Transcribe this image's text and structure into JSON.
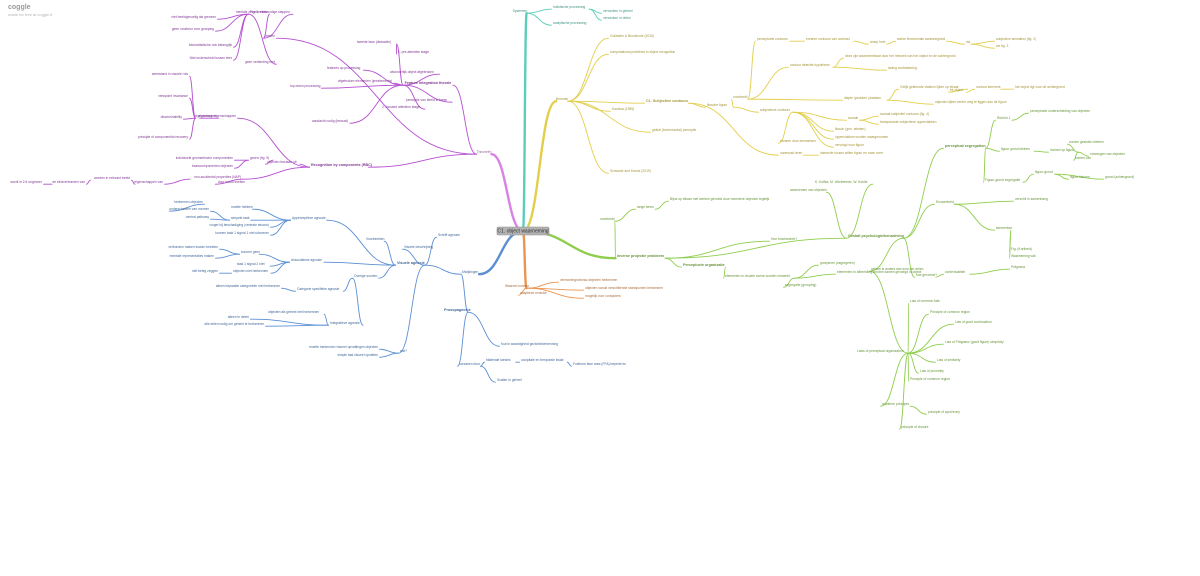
{
  "header": {
    "title": "coggle",
    "subtitle": "made for free at coggle.it"
  },
  "colors": {
    "teal": "#5ccdb8",
    "yellow": "#e3ce4b",
    "green": "#8fcd4e",
    "orange": "#ea9552",
    "blue": "#5b8fd4",
    "violet": "#d883e3",
    "purple": "#b54fd0"
  },
  "root": {
    "label": "C1. object waarneming"
  },
  "branches": [
    {
      "id": "sys",
      "label": "Systemen",
      "color": "teal",
      "bold": false
    },
    {
      "id": "bro",
      "label": "Bronnen",
      "color": "yellow",
      "bold": false
    },
    {
      "id": "the",
      "label": "Theorieën",
      "color": "violet",
      "bold": false
    },
    {
      "id": "afb",
      "label": "Afwijkingen",
      "color": "blue",
      "bold": false
    },
    {
      "id": "wk",
      "label": "Waarom kunnen",
      "color": "orange",
      "bold": false
    },
    {
      "id": "ipp",
      "label": "Inverse projectie probleem",
      "color": "green",
      "bold": true
    }
  ],
  "nodes": [
    {
      "id": "s1",
      "label": "holistische processing",
      "color": "teal"
    },
    {
      "id": "s2",
      "label": "analytische processing",
      "color": "teal"
    },
    {
      "id": "s1a",
      "label": "verwerken in geheel",
      "color": "teal"
    },
    {
      "id": "s1b",
      "label": "verwerken in delen",
      "color": "teal"
    },
    {
      "id": "b1",
      "label": "Goldstein & Brockmole (2016)",
      "color": "yellow"
    },
    {
      "id": "b2",
      "label": "computational problems in object recognition",
      "color": "yellow"
    },
    {
      "id": "b3",
      "label": "C1. Subjective contours",
      "color": "yellow",
      "bold": true
    },
    {
      "id": "b3a",
      "label": "Kanizsa (1955)",
      "color": "yellow"
    },
    {
      "id": "b3b",
      "label": "global (bovenmodal) perceptie",
      "color": "yellow"
    },
    {
      "id": "b4",
      "label": "Schwartz and Krantz (2019)",
      "color": "yellow"
    },
    {
      "id": "b5",
      "label": "illusoire figuur",
      "color": "yellow"
    },
    {
      "id": "b6",
      "label": "voorbeeld",
      "color": "yellow"
    },
    {
      "id": "b7",
      "label": "subjectieve contours",
      "color": "yellow"
    },
    {
      "id": "b8",
      "label": "perceptueel contours",
      "color": "yellow"
    },
    {
      "id": "b8a",
      "label": "ervaren contours van contrast",
      "color": "yellow"
    },
    {
      "id": "b8b",
      "label": "sharp heel",
      "color": "yellow"
    },
    {
      "id": "b8c",
      "label": "sterke fenomenale aanwezigheid",
      "color": "yellow"
    },
    {
      "id": "b8d",
      "label": "via",
      "color": "yellow"
    },
    {
      "id": "b8e",
      "label": "subjective animation (fig. 2)",
      "color": "yellow"
    },
    {
      "id": "b8f",
      "label": "zie fig. 3",
      "color": "yellow"
    },
    {
      "id": "b9",
      "label": "contour detectie hypothese",
      "color": "yellow"
    },
    {
      "id": "b9a",
      "label": "deze zijn waarneembaar door het netwerk van het object en de achtergrond",
      "color": "yellow"
    },
    {
      "id": "b9b",
      "label": "lading contrastering",
      "color": "yellow"
    },
    {
      "id": "b10",
      "label": "diepte 'gesloten' plaatsen",
      "color": "yellow"
    },
    {
      "id": "b10a",
      "label": "Gelijk gekleurde vlakken lijken op elkaar",
      "color": "yellow"
    },
    {
      "id": "b10b",
      "label": "bij object",
      "color": "yellow"
    },
    {
      "id": "b10c",
      "label": "contour kenmerk",
      "color": "yellow"
    },
    {
      "id": "b10d",
      "label": "het object ligt voor de achtergrond",
      "color": "yellow"
    },
    {
      "id": "b10e",
      "label": "objecten lijken verder weg te liggen dan de figuur",
      "color": "yellow"
    },
    {
      "id": "b11",
      "label": "sociale",
      "color": "yellow"
    },
    {
      "id": "b11a",
      "label": "sociaal subjectief contours (fig. 4)",
      "color": "yellow"
    },
    {
      "id": "b11b",
      "label": "transparante subjectieve oppervlakken",
      "color": "yellow"
    },
    {
      "id": "b12",
      "label": "illusoir (gen. teksten)",
      "color": "yellow"
    },
    {
      "id": "b13",
      "label": "oppervlakken worden waargenomen",
      "color": "yellow"
    },
    {
      "id": "b14",
      "label": "vervolgd voor figuur",
      "color": "yellow"
    },
    {
      "id": "b15",
      "label": "ervaren door kenmerken",
      "color": "yellow"
    },
    {
      "id": "b16",
      "label": "onbewust leren",
      "color": "yellow"
    },
    {
      "id": "b17",
      "label": "interactie tussen willen figuur en ruwe vorm",
      "color": "yellow"
    },
    {
      "id": "w1",
      "label": "vermoeiingsniveau objecten herkennen",
      "color": "orange"
    },
    {
      "id": "w2",
      "label": "objecten vanuit verschillende standpunten herkennen",
      "color": "orange"
    },
    {
      "id": "w3",
      "label": "mogelijk voor computers",
      "color": "orange"
    },
    {
      "id": "w4",
      "label": "adaptieve evolutie",
      "color": "orange"
    },
    {
      "id": "g1",
      "label": "Gestalt psychologie/benadering",
      "color": "green",
      "bold": true
    },
    {
      "id": "g2",
      "label": "perceptual segregation",
      "color": "green",
      "bold": true
    },
    {
      "id": "g3",
      "label": "Perceptuele organisatie",
      "color": "green",
      "bold": true
    },
    {
      "id": "g4",
      "label": "Hoe functioneert?",
      "color": "green"
    },
    {
      "id": "g5",
      "label": "voorbeeld",
      "color": "green"
    },
    {
      "id": "g6",
      "label": "lange lenen",
      "color": "green"
    },
    {
      "id": "g6a",
      "label": "Bijna op elkaar met werken gevoeld door meerdere objecten tegelijk",
      "color": "green"
    },
    {
      "id": "g7",
      "label": "K. Koffka, M. Wertheimer, W. Kohler",
      "color": "green"
    },
    {
      "id": "g8",
      "label": "waarnemen van objecten",
      "color": "green"
    },
    {
      "id": "g9",
      "label": "geheel is anders dan som der delen",
      "color": "green"
    },
    {
      "id": "g10",
      "label": "Laws of perceptual organization",
      "color": "green"
    },
    {
      "id": "g11",
      "label": "elementen in visuele scene worden verwerkt",
      "color": "green"
    },
    {
      "id": "g11a",
      "label": "groeperen (segregeren)",
      "color": "green"
    },
    {
      "id": "g11b",
      "label": "elementen in afbeelding worden samen gevoegd in object",
      "color": "green"
    },
    {
      "id": "g11c",
      "label": "segregatie (grouping)",
      "color": "green"
    },
    {
      "id": "g12",
      "label": "hoe gevormd?",
      "color": "green"
    },
    {
      "id": "g13",
      "label": "Figuur-grond segregatie",
      "color": "green"
    },
    {
      "id": "g14",
      "label": "Rubin's 1",
      "color": "green"
    },
    {
      "id": "g14a",
      "label": "perceptuele onderscheiding van objecten",
      "color": "green"
    },
    {
      "id": "g15",
      "label": "Ervarenheid",
      "color": "green"
    },
    {
      "id": "g16",
      "label": "figuur grond kleinen",
      "color": "green"
    },
    {
      "id": "g17",
      "label": "invloed op figuur",
      "color": "green"
    },
    {
      "id": "g17a",
      "label": "zonder gesloten kleinen",
      "color": "green"
    },
    {
      "id": "g17b",
      "label": "ontvangen van objecten",
      "color": "green"
    },
    {
      "id": "g17c",
      "label": "komen van",
      "color": "green"
    },
    {
      "id": "g18",
      "label": "figuur-grond",
      "color": "green"
    },
    {
      "id": "g18a",
      "label": "figuur kleinen",
      "color": "green"
    },
    {
      "id": "g18b",
      "label": "grond (achtergrond)",
      "color": "green"
    },
    {
      "id": "g19",
      "label": "verschil in samenhang",
      "color": "green"
    },
    {
      "id": "g20",
      "label": "kenmerken",
      "color": "green"
    },
    {
      "id": "g21",
      "label": "Fig. (Kortheid)",
      "color": "green"
    },
    {
      "id": "g22",
      "label": "Waarneming vak",
      "color": "green"
    },
    {
      "id": "g23",
      "label": "contextualiteit",
      "color": "green"
    },
    {
      "id": "g24",
      "label": "Prägnanz",
      "color": "green"
    },
    {
      "id": "g25",
      "label": "Law of common fate",
      "color": "green"
    },
    {
      "id": "g26",
      "label": "Principle of common region",
      "color": "green"
    },
    {
      "id": "g27",
      "label": "Law of good continuation",
      "color": "green"
    },
    {
      "id": "g28",
      "label": "Law of Prägnanz (good figure) simplicity",
      "color": "green"
    },
    {
      "id": "g29",
      "label": "Law of similarity",
      "color": "green"
    },
    {
      "id": "g30",
      "label": "Law of proximity",
      "color": "green"
    },
    {
      "id": "g31",
      "label": "Principle of common region",
      "color": "green"
    },
    {
      "id": "g32",
      "label": "moderne principes",
      "color": "green"
    },
    {
      "id": "g33",
      "label": "principle of synchrony",
      "color": "green"
    },
    {
      "id": "g34",
      "label": "principle of closure",
      "color": "green"
    },
    {
      "id": "t1",
      "label": "Recognition by components (RBC)",
      "color": "purple",
      "bold": true
    },
    {
      "id": "t2",
      "label": "Feature integration theorie",
      "color": "purple",
      "bold": true
    },
    {
      "id": "t3",
      "label": "mentale zinnebeelden",
      "color": "purple"
    },
    {
      "id": "t4",
      "label": "theorie",
      "color": "purple"
    },
    {
      "id": "t5",
      "label": "geons (fig. 9)",
      "color": "purple"
    },
    {
      "id": "t6",
      "label": "objecten bestaan uit",
      "color": "purple"
    },
    {
      "id": "t7",
      "label": "algemene eigenschappen",
      "color": "purple"
    },
    {
      "id": "t8",
      "label": "individuele geometrische componenten",
      "color": "purple"
    },
    {
      "id": "t9",
      "label": "basiscomponenten objecten",
      "color": "purple"
    },
    {
      "id": "t10",
      "label": "non-accidental properties (NAP)",
      "color": "purple"
    },
    {
      "id": "t10a",
      "label": "door hoofd snellen",
      "color": "purple"
    },
    {
      "id": "t11",
      "label": "eigenschappen",
      "color": "purple"
    },
    {
      "id": "t11a",
      "label": "weerstand in visuele ruis",
      "color": "purple"
    },
    {
      "id": "t11b",
      "label": "viewpoint invariance",
      "color": "purple"
    },
    {
      "id": "t11c",
      "label": "discriminability",
      "color": "purple"
    },
    {
      "id": "t11d",
      "label": "principle of componential recovery",
      "color": "purple"
    },
    {
      "id": "t12",
      "label": "Fig. 1, eenvoudige stappen",
      "color": "purple"
    },
    {
      "id": "t12a",
      "label": "niet beeldgevoelig als grenzen",
      "color": "purple"
    },
    {
      "id": "t12b",
      "label": "geen voorkeur voor groeping",
      "color": "purple"
    },
    {
      "id": "t12c",
      "label": "fotorealistische ook belangrijk",
      "color": "purple"
    },
    {
      "id": "t12d",
      "label": "Niet onderscheid tussen lees",
      "color": "purple"
    },
    {
      "id": "t12e",
      "label": "geen verbinding met",
      "color": "purple"
    },
    {
      "id": "t13",
      "label": "tweede fase (distractie)",
      "color": "purple"
    },
    {
      "id": "t13a",
      "label": "1. pre-attentive stage",
      "color": "purple"
    },
    {
      "id": "t13b",
      "label": "features op processing",
      "color": "purple"
    },
    {
      "id": "t13c",
      "label": "afzonderlijk object afgebroken",
      "color": "purple"
    },
    {
      "id": "t14",
      "label": "top-down processing",
      "color": "purple"
    },
    {
      "id": "t15",
      "label": "afgebroken elementen (jewelements)",
      "color": "purple"
    },
    {
      "id": "t16",
      "label": "perceptie van beeld in fasen",
      "color": "purple"
    },
    {
      "id": "t17",
      "label": "2. focused attention stage",
      "color": "purple"
    },
    {
      "id": "t18",
      "label": "aandacht nodig (bewust)",
      "color": "purple"
    },
    {
      "id": "t19",
      "label": "wordt in 2.6 ongeveer",
      "color": "purple"
    },
    {
      "id": "t19a",
      "label": "de eindverbonden van",
      "color": "purple"
    },
    {
      "id": "t19b",
      "label": "worden in relevant beeld",
      "color": "purple"
    },
    {
      "id": "t19c",
      "label": "eigenschappen van",
      "color": "purple"
    },
    {
      "id": "a1",
      "label": "Visuele agnosie",
      "color": "blue",
      "bold": true
    },
    {
      "id": "a2",
      "label": "Prosopagnosie",
      "color": "blue",
      "bold": true
    },
    {
      "id": "a3",
      "label": "Visuele beschrijving",
      "color": "blue"
    },
    {
      "id": "a4",
      "label": "Schrift agnosie",
      "color": "blue"
    },
    {
      "id": "a5",
      "label": "Apperceptieve agnosie",
      "color": "blue"
    },
    {
      "id": "a5a",
      "label": "herkennen objecten",
      "color": "blue"
    },
    {
      "id": "a5b",
      "label": "onderscheiden van vormen",
      "color": "blue"
    },
    {
      "id": "a5c",
      "label": "ventral pathway",
      "color": "blue"
    },
    {
      "id": "a5d",
      "label": "vorger bij beschadiging (ventrale stroom)",
      "color": "blue"
    },
    {
      "id": "a5e",
      "label": "moeite hebben",
      "color": "blue"
    },
    {
      "id": "a5f",
      "label": "simpele taak",
      "color": "blue"
    },
    {
      "id": "a5g",
      "label": "kunnen taak 1 signal 1 niet uitvoeren",
      "color": "blue"
    },
    {
      "id": "a6",
      "label": "Associatieve agnosie",
      "color": "blue"
    },
    {
      "id": "a6a",
      "label": "verbonden maken tussen beelden",
      "color": "blue"
    },
    {
      "id": "a6b",
      "label": "kunnen geen",
      "color": "blue"
    },
    {
      "id": "a6c",
      "label": "mentale representaties maken",
      "color": "blue"
    },
    {
      "id": "a6d",
      "label": "taak 1 signal 2 niet",
      "color": "blue"
    },
    {
      "id": "a6e",
      "label": "niet beleg zeggen",
      "color": "blue"
    },
    {
      "id": "a6f",
      "label": "objecten niet herkennen",
      "color": "blue"
    },
    {
      "id": "a7",
      "label": "Voorbeelden",
      "color": "blue"
    },
    {
      "id": "a8",
      "label": "Overige soorten",
      "color": "blue"
    },
    {
      "id": "a9",
      "label": "Categorie specifieke agnosie",
      "color": "blue"
    },
    {
      "id": "a9a",
      "label": "alleen bepaalde categorieën niet herkennen",
      "color": "blue"
    },
    {
      "id": "a10",
      "label": "Integratieve agnosie",
      "color": "blue"
    },
    {
      "id": "a10a",
      "label": "objecten als geheel niet herkennen",
      "color": "blue"
    },
    {
      "id": "a10b",
      "label": "alleen in delen",
      "color": "blue"
    },
    {
      "id": "a10c",
      "label": "alle delen nodig om geheel te herkennen",
      "color": "blue"
    },
    {
      "id": "a11",
      "label": "wat?",
      "color": "blue"
    },
    {
      "id": "a11a",
      "label": "moeite herkennen visueel opvattingen objecten",
      "color": "blue"
    },
    {
      "id": "a11b",
      "label": "simple taal visueel opvatten",
      "color": "blue"
    },
    {
      "id": "a12",
      "label": "fout in waardigheid gezichtsherkenning",
      "color": "blue"
    },
    {
      "id": "a13",
      "label": "oorzaken door",
      "color": "blue"
    },
    {
      "id": "a13a",
      "label": "bilaterale laesies",
      "color": "blue"
    },
    {
      "id": "a13b",
      "label": "occipitale en temporale kwab",
      "color": "blue"
    },
    {
      "id": "a13c",
      "label": "Fusiform face area (FFA) beperkt en",
      "color": "blue"
    },
    {
      "id": "a13d",
      "label": "Scatter in geheel",
      "color": "blue"
    }
  ]
}
